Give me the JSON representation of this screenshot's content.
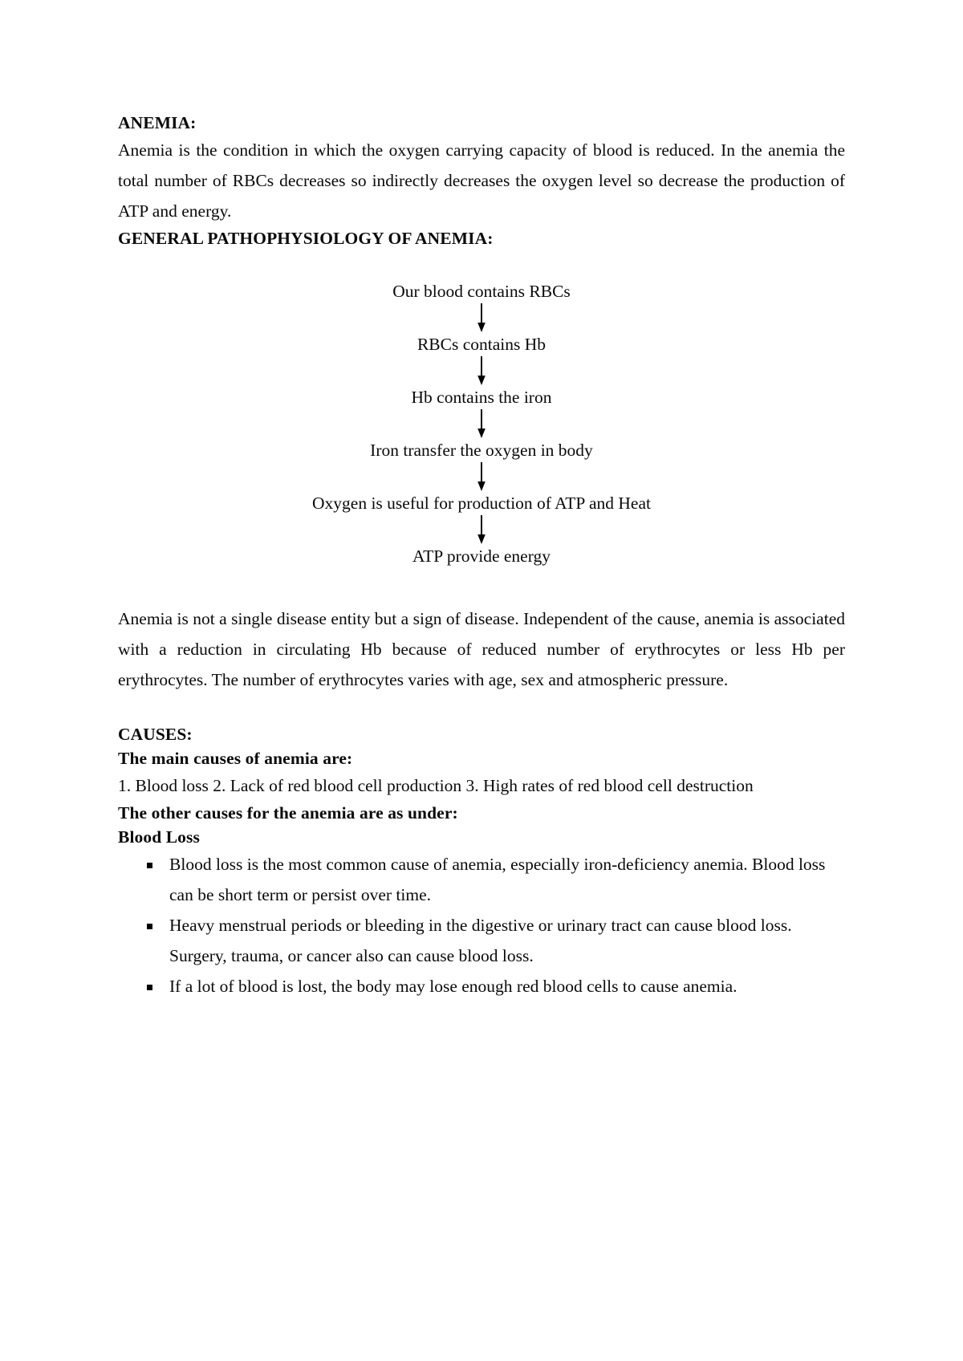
{
  "document": {
    "title_heading": "ANEMIA:",
    "intro_paragraph": "Anemia is the condition in which the oxygen carrying capacity of blood is reduced. In the anemia the total number of RBCs decreases so indirectly decreases the oxygen level so decrease the production of ATP and energy.",
    "pathophysiology_heading": "GENERAL PATHOPHYSIOLOGY OF ANEMIA:",
    "flowchart": {
      "steps": [
        "Our blood contains RBCs",
        "RBCs contains Hb",
        "Hb contains the iron",
        "Iron transfer the oxygen in body",
        "Oxygen is useful for production of ATP and Heat",
        "ATP provide energy"
      ],
      "arrow_glyph": "down-arrow"
    },
    "definition_paragraph": "Anemia is not a single disease entity but a sign of disease. Independent of the cause, anemia is associated with a reduction in circulating Hb because of reduced number of erythrocytes or less Hb per erythrocytes. The number of erythrocytes varies with age, sex and atmospheric pressure.",
    "causes_heading": "CAUSES:",
    "main_causes_heading": "The main causes of anemia are:",
    "main_causes_line": "1. Blood loss     2. Lack of red blood cell production     3. High rates of red blood cell destruction",
    "other_causes_heading": "The other causes for the anemia are as under:",
    "blood_loss_heading": "Blood Loss",
    "blood_loss_bullets": [
      "Blood loss is the most common cause of anemia, especially iron-deficiency anemia. Blood loss can be short term or persist over time.",
      "Heavy menstrual periods or bleeding in the digestive or urinary tract can cause blood loss. Surgery, trauma, or cancer also can cause blood loss.",
      "If a lot of blood is lost, the body may lose enough red blood cells to cause anemia."
    ]
  },
  "colors": {
    "page_background": "#ffffff",
    "text": "#0a0a0a"
  }
}
